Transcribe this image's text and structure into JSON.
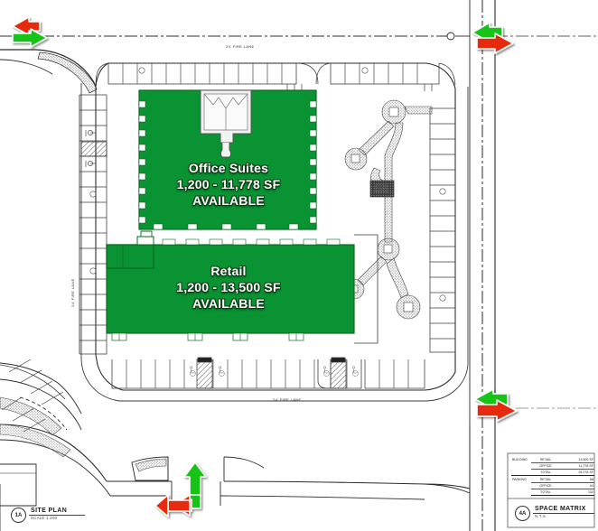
{
  "sheet": {
    "background": "#ffffff",
    "line_color": "#222222",
    "green_fill": "#0a9332",
    "green_stroke": "#0a6b22",
    "arrow_green": "#16c316",
    "arrow_red": "#e52b11"
  },
  "buildings": [
    {
      "id": "office",
      "line1": "Office Suites",
      "line2": "1,200 - 11,778 SF",
      "line3": "AVAILABLE"
    },
    {
      "id": "retail",
      "line1": "Retail",
      "line2": "1,200 - 13,500 SF",
      "line3": "AVAILABLE"
    }
  ],
  "annotations": {
    "fire_lane_top": "24' FIRE LANE",
    "fire_lane_bottom": "24' FIRE LANE",
    "fire_lane_left": "24' FIRE LANE"
  },
  "title_blocks": [
    {
      "marker": "1A",
      "title": "SITE PLAN",
      "scale": "SCALE 1:200"
    },
    {
      "marker": "4A",
      "title": "SPACE MATRIX",
      "scale": "N.T.S."
    }
  ],
  "space_matrix": {
    "rows": [
      {
        "group": "BUILDING",
        "key": "RETAIL",
        "value": "13,500 SF"
      },
      {
        "group": "",
        "key": "OFFICE",
        "value": "11,778 SF"
      },
      {
        "group": "",
        "key": "TOTAL",
        "value": "25,278 SF"
      },
      {
        "group": "PARKING",
        "key": "RETAIL",
        "value": "68"
      },
      {
        "group": "",
        "key": "OFFICE",
        "value": "64"
      },
      {
        "group": "",
        "key": "TOTAL",
        "value": "132"
      }
    ]
  },
  "circulation_arrows": [
    {
      "id": "top-left",
      "green_direction": "right",
      "red_direction": "left"
    },
    {
      "id": "top-right",
      "green_direction": "left",
      "red_direction": "right"
    },
    {
      "id": "right-middle",
      "green_direction": "left",
      "red_direction": "right"
    },
    {
      "id": "bottom-center",
      "green_direction": "up",
      "red_direction": "left"
    }
  ]
}
